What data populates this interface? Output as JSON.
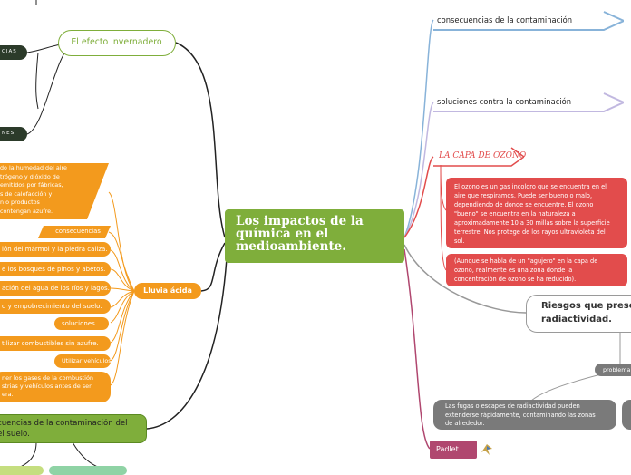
{
  "central": {
    "title": "Los impactos de la química en el medioambiente."
  },
  "left": {
    "greenhouse": "El efecto invernadero",
    "cut_label_1": "CIAS",
    "cut_label_2": "NES",
    "acid_rain": "Lluvia ácida",
    "acid_intro": [
      "do la humedad del aire",
      "trógeno y dióxido de",
      "emitidos por fábricas,",
      "s de calefacción y",
      "n o productos",
      "contengan azufre."
    ],
    "consequences_label": "consecuencias",
    "consequences": [
      "ión del mármol y la piedra caliza.",
      "e los bosques de pinos y abetos.",
      "ación del agua de los ríos y lagos.",
      "d y empobrecimiento del suelo."
    ],
    "solutions_label": "soluciones",
    "solutions": [
      "tilizar combustibles sin azufre.",
      "Utilizar vehículos eléctricos."
    ],
    "last_solution": [
      "ner los gases de la combustión",
      "strias y vehículos antes de ser",
      "era."
    ],
    "soil": [
      "cuencias de la contaminación del",
      "el suelo."
    ]
  },
  "right": {
    "consequences_topic": "consecuencias de la contaminación",
    "solutions_topic": "soluciones contra la contaminación",
    "ozone_title": "LA CAPA DE OZONO",
    "ozone_text": [
      "El ozono es un gas incoloro que se encuentra en el",
      "aire que respiramos. Puede ser bueno o malo,",
      "dependiendo de donde se encuentre. El ozono",
      "\"bueno\" se encuentra en la naturaleza a",
      "aproximadamente 10 a 30 millas sobre la superficie",
      "terrestre. Nos protege de los rayos ultravioleta del",
      "sol."
    ],
    "ozone_hole": [
      "(Aunque se habla de un \"agujero\" en la capa de",
      "ozono, realmente es una zona donde la",
      "concentración de ozono se ha reducido)."
    ],
    "risks": [
      "Riesgos que prese",
      "radiactividad."
    ],
    "problem_label": "problema",
    "leaks": [
      "Las fugas o escapes de radiactividad pueden",
      "extenderse rápidamente, contaminando las zonas",
      "de alrededor."
    ],
    "padlet": "Padlet"
  },
  "colors": {
    "central": "#7fae3b",
    "orange": "#f39a1d",
    "red": "#e24c4c",
    "blue": "#88b3d9",
    "lavender": "#c1b8e0",
    "grey": "#7a7a7a",
    "padlet": "#b0476f"
  }
}
